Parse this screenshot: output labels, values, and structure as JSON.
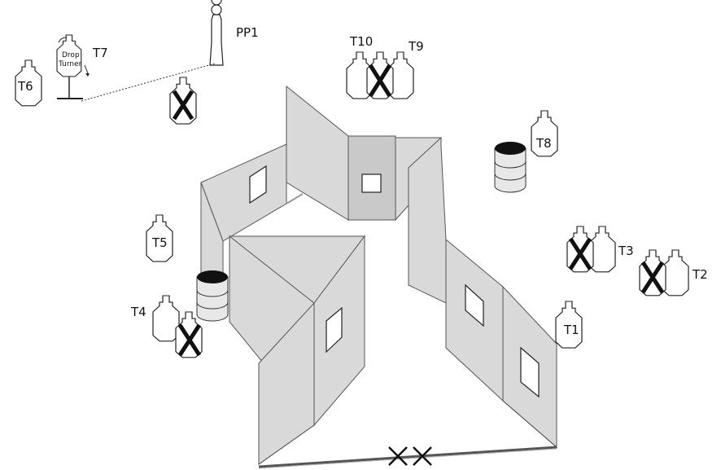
{
  "targets": {
    "t1": "T1",
    "t2": "T2",
    "t3": "T3",
    "t4": "T4",
    "t5": "T5",
    "t6": "T6",
    "t7": "T7",
    "t8": "T8",
    "t9": "T9",
    "t10": "T10"
  },
  "drop_turner": {
    "line1": "Drop",
    "line2": "Turner"
  },
  "shooter": {
    "label": "PP1"
  }
}
